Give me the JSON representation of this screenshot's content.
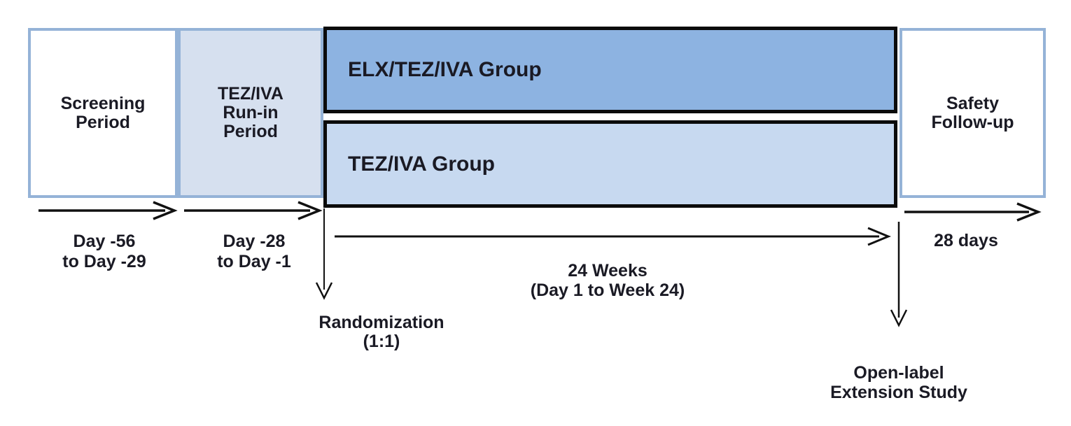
{
  "title": "Clinical trial study design diagram",
  "colors": {
    "light_border": "#95b3d7",
    "runin_fill": "#d6e0ef",
    "elx_fill": "#8db3e1",
    "tez_fill": "#c7d9f0",
    "black_border": "#0b0b0b",
    "text": "#1a1a24",
    "bg": "#ffffff"
  },
  "boxes": {
    "screening": {
      "line1": "Screening",
      "line2": "Period"
    },
    "runin": {
      "line1": "TEZ/IVA",
      "line2": "Run-in",
      "line3": "Period"
    },
    "elx_group": {
      "label": "ELX/TEZ/IVA Group"
    },
    "tez_group": {
      "label": "TEZ/IVA Group"
    },
    "safety": {
      "line1": "Safety",
      "line2": "Follow-up"
    }
  },
  "timeline": {
    "screening_duration": {
      "line1": "Day -56",
      "line2": "to Day -29"
    },
    "runin_duration": {
      "line1": "Day -28",
      "line2": "to Day -1"
    },
    "treatment_duration": {
      "line1": "24 Weeks",
      "line2": "(Day 1 to Week 24)"
    },
    "followup_duration": {
      "line1": "28 days"
    }
  },
  "annotations": {
    "randomization": {
      "line1": "Randomization",
      "line2": "(1:1)"
    },
    "extension": {
      "line1": "Open-label",
      "line2": "Extension Study"
    }
  },
  "icons": {
    "right_arrows": "timeline direction arrows",
    "down_arrows": "milestone pointers"
  }
}
